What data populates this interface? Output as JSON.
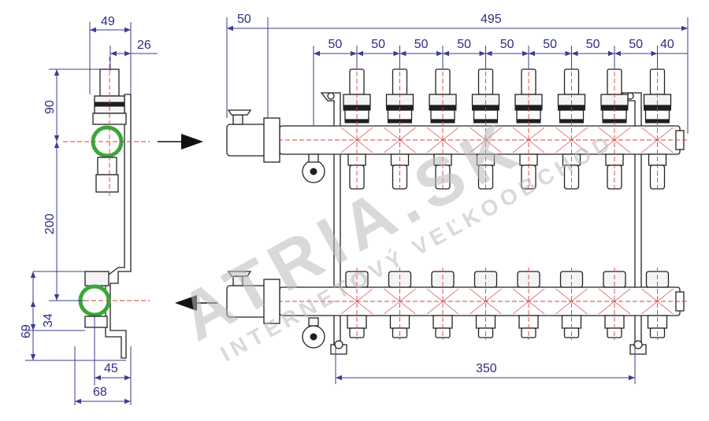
{
  "side_view": {
    "dim_top_width": "49",
    "dim_top_offset": "26",
    "dim_vertical_90": "90",
    "dim_vertical_200": "200",
    "dim_vertical_34": "34",
    "dim_vertical_69": "69",
    "dim_bottom_45": "45",
    "dim_bottom_68": "68"
  },
  "front_view": {
    "dim_total_width": "495",
    "dim_valve_offset": "50",
    "dim_pitch": [
      "50",
      "50",
      "50",
      "50",
      "50",
      "50",
      "50",
      "50"
    ],
    "dim_end": "40",
    "dim_bracket_spacing": "350",
    "outlet_count": 8
  },
  "watermark": {
    "brand": "ATRIA.SK",
    "tagline": "INTERNETOVÝ VEĽKOOBCHOD"
  },
  "colors": {
    "dimension": "#2d2d86",
    "centerline": "#d84040",
    "ring": "#3aa63a",
    "arrow": "#111111"
  }
}
